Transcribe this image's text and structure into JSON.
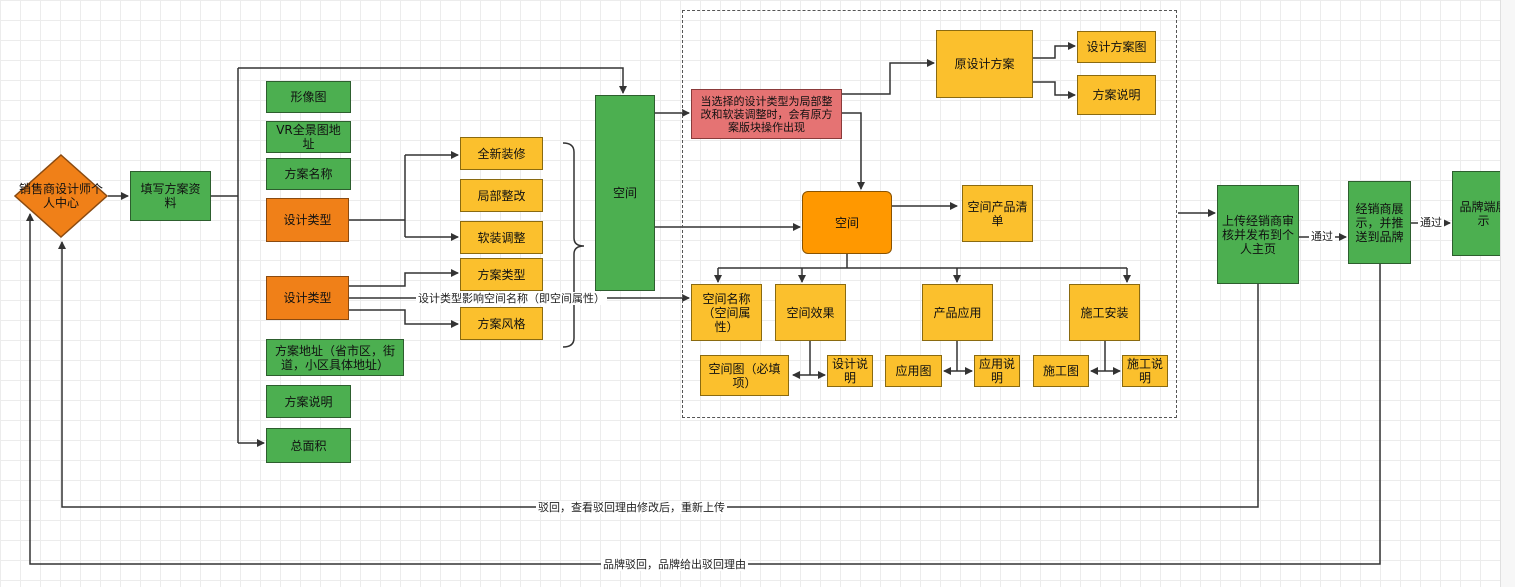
{
  "nodes": {
    "start": "销售商设计师个人中心",
    "fill_info": "填写方案资料",
    "image_chart": "形像图",
    "vr_address": "VR全景图地址",
    "plan_name": "方案名称",
    "design_type_1": "设计类型",
    "full_renovation": "全新装修",
    "partial_renovation": "局部整改",
    "soft_decor": "软装调整",
    "design_type_2": "设计类型",
    "plan_type": "方案类型",
    "plan_style": "方案风格",
    "plan_address": "方案地址（省市区，街道，小区具体地址）",
    "plan_desc": "方案说明",
    "total_area": "总面积",
    "space_green": "空间",
    "condition_note": "当选择的设计类型为局部整改和软装调整时，会有原方案版块操作出现",
    "original_plan": "原设计方案",
    "design_plan_image": "设计方案图",
    "plan_explain": "方案说明",
    "space_orange": "空间",
    "space_product_list": "空间产品清单",
    "space_name": "空间名称（空间属性）",
    "space_effect": "空间效果",
    "product_application": "产品应用",
    "construction_install": "施工安装",
    "space_image": "空间图（必填项）",
    "design_explain": "设计说明",
    "application_image": "应用图",
    "application_explain": "应用说明",
    "construction_image": "施工图",
    "construction_explain": "施工说明",
    "upload_review": "上传经销商审核并发布到个人主页",
    "dealer_display": "经销商展示，并推送到品牌",
    "brand_display": "品牌端展示"
  },
  "labels": {
    "influence": "设计类型影响空间名称（即空间属性）",
    "pass_1": "通过",
    "pass_2": "通过",
    "reject_dealer": "驳回，查看驳回理由修改后，重新上传",
    "reject_brand": "品牌驳回，品牌给出驳回理由"
  },
  "colors": {
    "green": "#4caf50",
    "orange": "#f08018",
    "yellow": "#fbc02d",
    "red": "#e57373",
    "line": "#333333"
  }
}
